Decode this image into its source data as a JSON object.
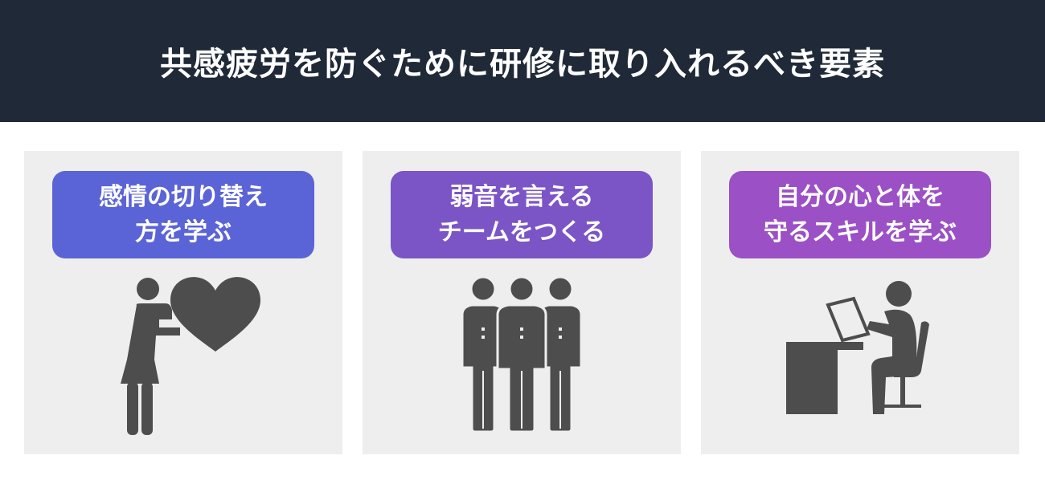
{
  "header": {
    "title": "共感疲労を防ぐために研修に取り入れるべき要素",
    "background": "#1f2937"
  },
  "panels": [
    {
      "label_line1": "感情の切り替え",
      "label_line2": "方を学ぶ",
      "color": "#5b64d6",
      "icon": "person-holding-heart-icon"
    },
    {
      "label_line1": "弱音を言える",
      "label_line2": "チームをつくる",
      "color": "#7b54c6",
      "icon": "team-of-three-icon"
    },
    {
      "label_line1": "自分の心と体を",
      "label_line2": "守るスキルを学ぶ",
      "color": "#9b50c6",
      "icon": "person-at-desk-reading-icon"
    }
  ],
  "colors": {
    "panel_bg": "#eeeeee",
    "icon_fill": "#4d4d4d"
  }
}
